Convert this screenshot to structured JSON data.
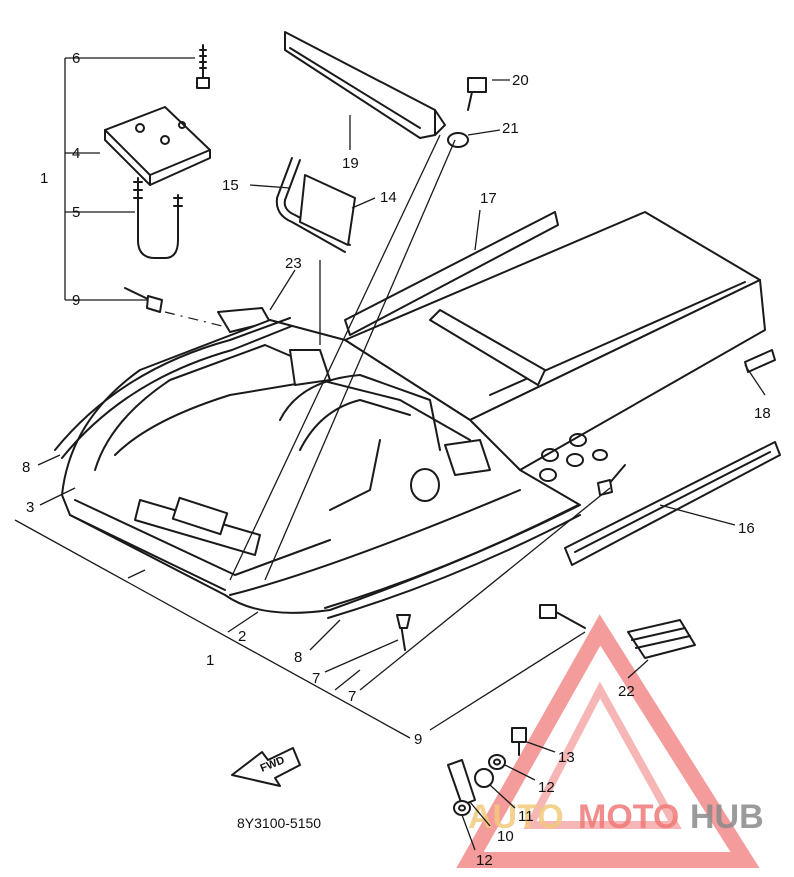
{
  "callouts": [
    {
      "id": "c6",
      "label": "6"
    },
    {
      "id": "c4",
      "label": "4"
    },
    {
      "id": "c1a",
      "label": "1"
    },
    {
      "id": "c5",
      "label": "5"
    },
    {
      "id": "c9a",
      "label": "9"
    },
    {
      "id": "c20",
      "label": "20"
    },
    {
      "id": "c21",
      "label": "21"
    },
    {
      "id": "c19",
      "label": "19"
    },
    {
      "id": "c15",
      "label": "15"
    },
    {
      "id": "c14",
      "label": "14"
    },
    {
      "id": "c17",
      "label": "17"
    },
    {
      "id": "c23",
      "label": "23"
    },
    {
      "id": "c18",
      "label": "18"
    },
    {
      "id": "c8a",
      "label": "8"
    },
    {
      "id": "c3",
      "label": "3"
    },
    {
      "id": "c16",
      "label": "16"
    },
    {
      "id": "c2",
      "label": "2"
    },
    {
      "id": "c1b",
      "label": "1"
    },
    {
      "id": "c8b",
      "label": "8"
    },
    {
      "id": "c7a",
      "label": "7"
    },
    {
      "id": "c7b",
      "label": "7"
    },
    {
      "id": "c9b",
      "label": "9"
    },
    {
      "id": "c22",
      "label": "22"
    },
    {
      "id": "c13",
      "label": "13"
    },
    {
      "id": "c12a",
      "label": "12"
    },
    {
      "id": "c11",
      "label": "11"
    },
    {
      "id": "c10",
      "label": "10"
    },
    {
      "id": "c12b",
      "label": "12"
    }
  ],
  "direction_marker": "FWD",
  "diagram_code": "8Y3100-5150",
  "watermark": {
    "part1": "AUTO",
    "part2": "MOTO",
    "part3": "HUB",
    "colors": {
      "triangle": "#f07a7a",
      "auto": "#f2c97b",
      "hub": "#8a8a8a"
    }
  }
}
